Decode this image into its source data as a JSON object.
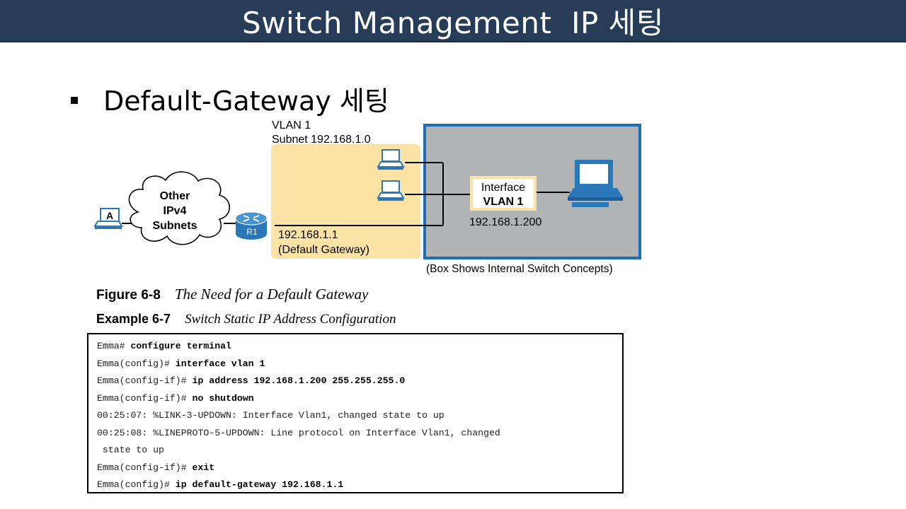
{
  "slide": {
    "title": "Switch Management  IP 세팅",
    "bullet": "Default-Gateway 세팅"
  },
  "diagram": {
    "vlan_label": "VLAN 1",
    "subnet_label": "Subnet 192.168.1.0",
    "cloud_line1": "Other",
    "cloud_line2": "IPv4",
    "cloud_line3": "Subnets",
    "pc_a_label": "A",
    "router_label": "R1",
    "gateway_ip": "192.168.1.1",
    "gateway_note": "(Default Gateway)",
    "interface_line1": "Interface",
    "interface_line2": "VLAN 1",
    "switch_ip": "192.168.1.200",
    "box_note": "(Box Shows Internal Switch Concepts)",
    "colors": {
      "vlan_area": "#fbe3a6",
      "switch_box_fill": "#b2b3b5",
      "switch_box_border": "#1c6fb5",
      "icon_blue": "#2b78b8",
      "title_bar": "#263c57"
    }
  },
  "figure_caption": {
    "number": "Figure 6-8",
    "title": "The Need for a Default Gateway"
  },
  "example_caption": {
    "number": "Example 6-7",
    "title": "Switch Static IP Address Configuration"
  },
  "config": [
    {
      "prompt": "Emma# ",
      "cmd": "configure terminal"
    },
    {
      "prompt": "Emma(config)# ",
      "cmd": "interface vlan 1"
    },
    {
      "prompt": "Emma(config-if)# ",
      "cmd": "ip address 192.168.1.200 255.255.255.0"
    },
    {
      "prompt": "Emma(config-if)# ",
      "cmd": "no shutdown"
    },
    {
      "prompt": "00:25:07: %LINK-3-UPDOWN: Interface Vlan1, changed state to up",
      "cmd": ""
    },
    {
      "prompt": "00:25:08: %LINEPROTO-5-UPDOWN: Line protocol on Interface Vlan1, changed",
      "cmd": ""
    },
    {
      "prompt": " state to up",
      "cmd": ""
    },
    {
      "prompt": "Emma(config-if)# ",
      "cmd": "exit"
    },
    {
      "prompt": "Emma(config)# ",
      "cmd": "ip default-gateway 192.168.1.1"
    }
  ]
}
